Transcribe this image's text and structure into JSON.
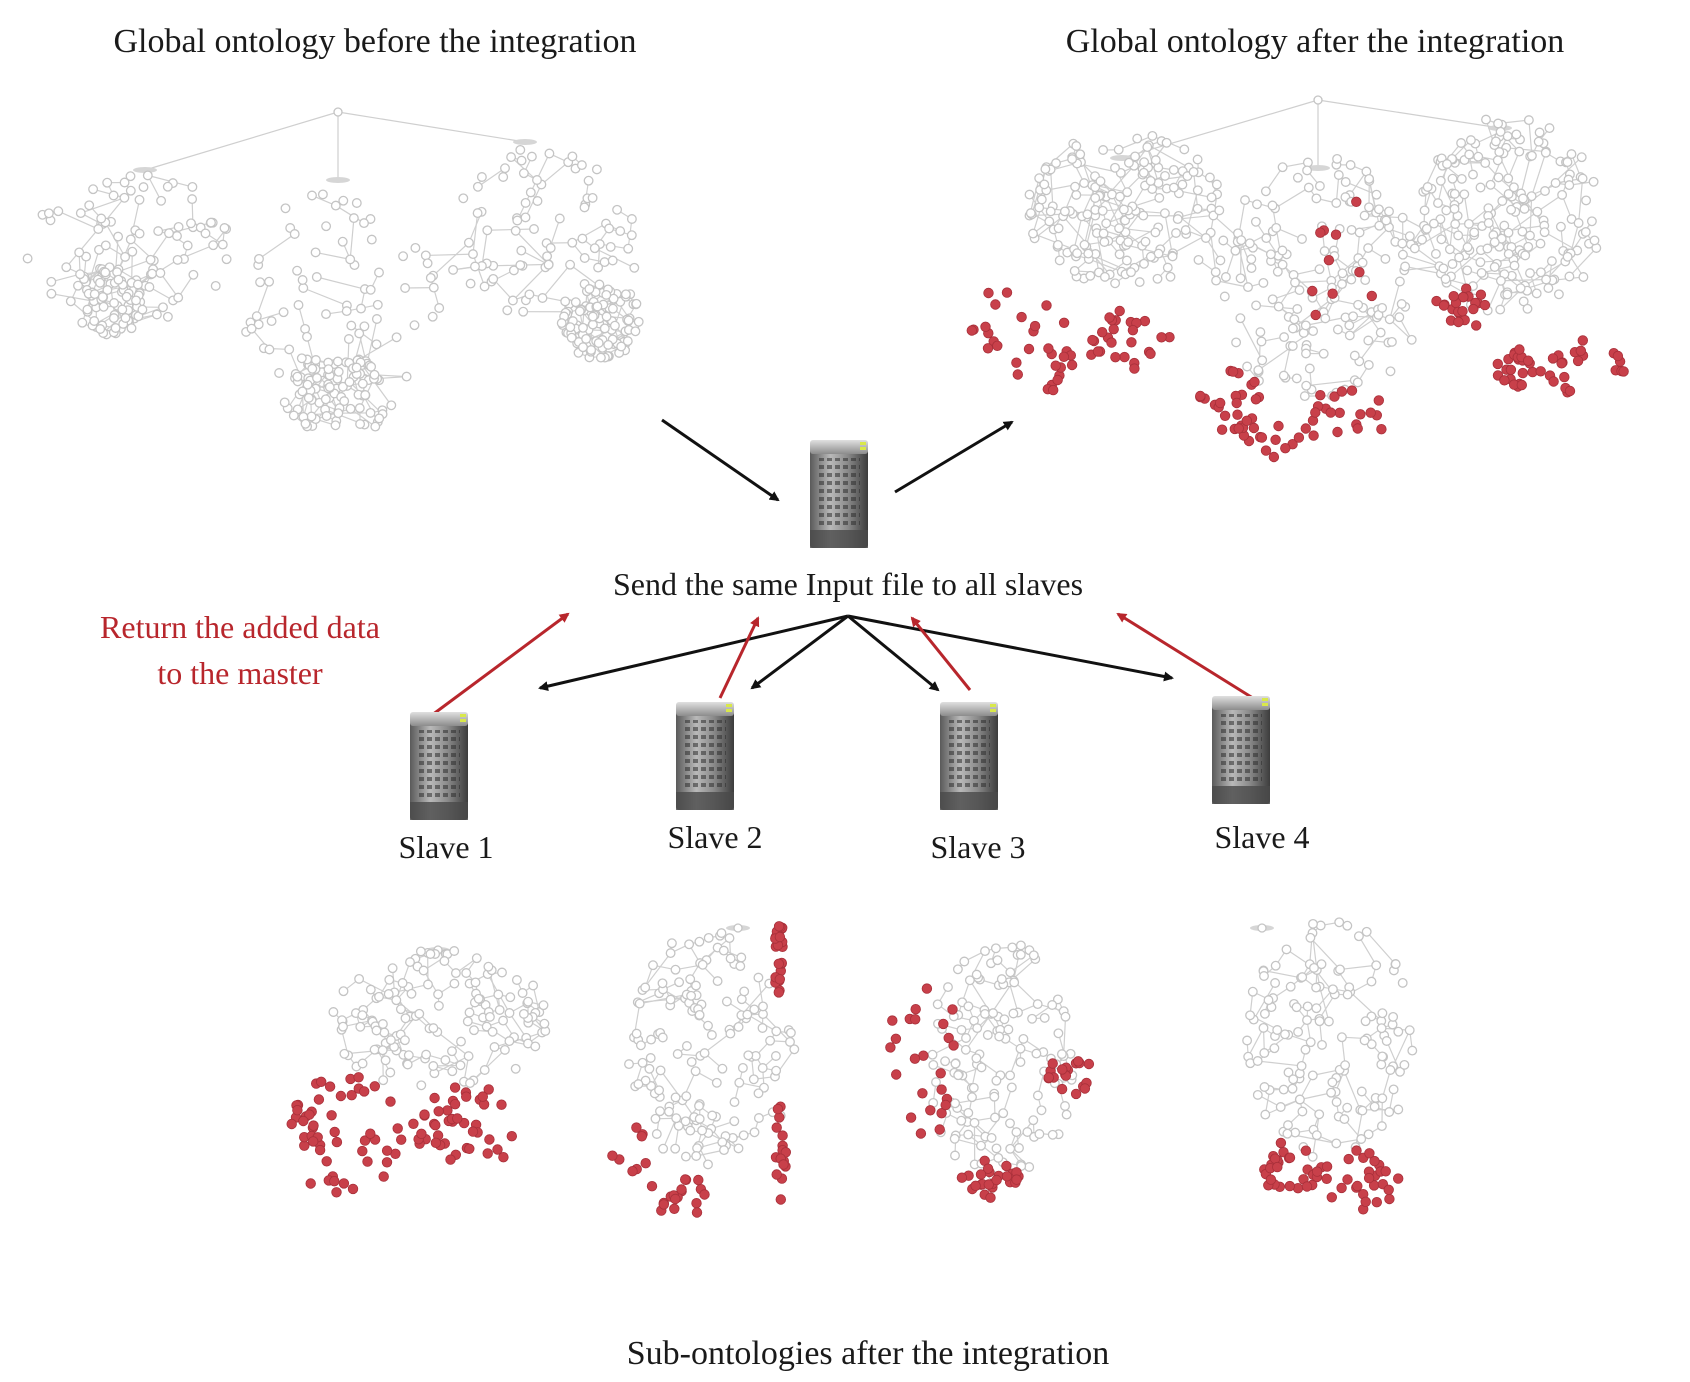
{
  "labels": {
    "before": "Global ontology before the integration",
    "after": "Global ontology after the integration",
    "send": "Send the same Input file to all slaves",
    "return_line1": "Return the added data",
    "return_line2": "to the master",
    "sub": "Sub-ontologies after the integration"
  },
  "slaves": [
    {
      "label": "Slave 1"
    },
    {
      "label": "Slave 2"
    },
    {
      "label": "Slave 3"
    },
    {
      "label": "Slave 4"
    }
  ],
  "colors": {
    "existing_node": "#c4c4c4",
    "added_node": "#c8404a",
    "send_arrow": "#111111",
    "return_arrow": "#b8262c"
  },
  "icons": [
    "server-icon"
  ]
}
